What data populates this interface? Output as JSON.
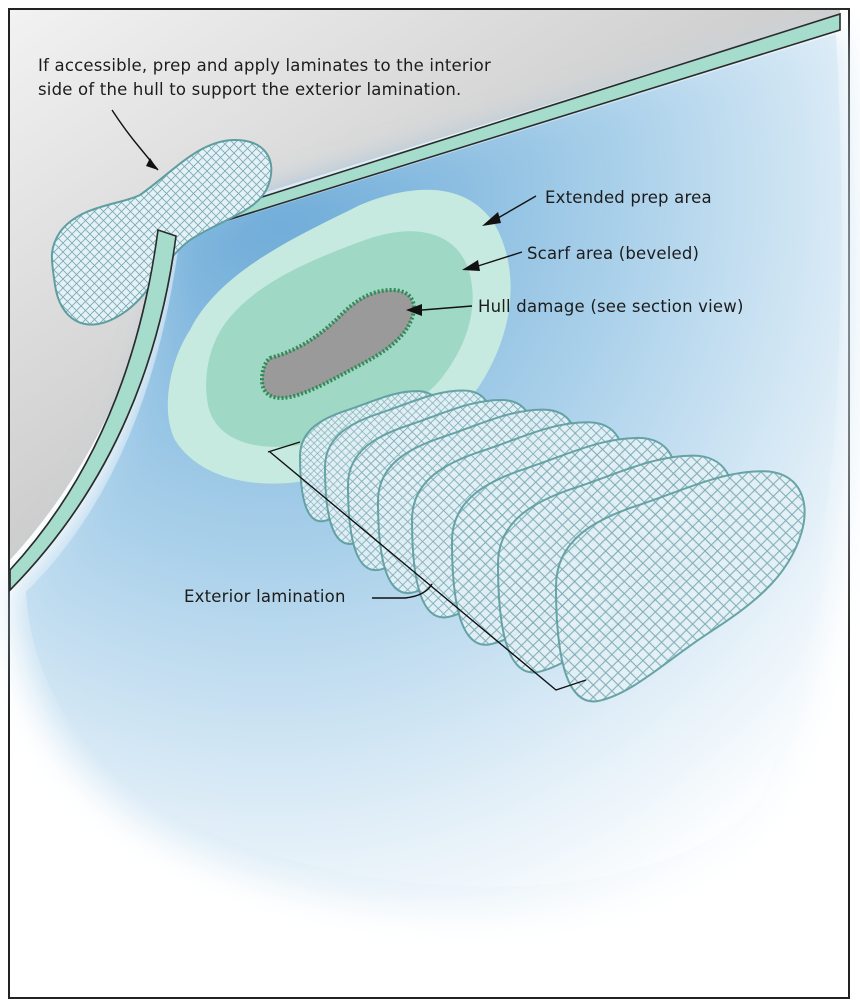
{
  "annotations": {
    "interior_note": {
      "line1": "If accessible, prep and apply laminates to the interior",
      "line2": "side of the hull to support the exterior lamination."
    },
    "extended_prep_area": "Extended prep area",
    "scarf_area": "Scarf area (beveled)",
    "hull_damage": "Hull damage (see section view)",
    "exterior_lamination": "Exterior lamination"
  },
  "colors": {
    "hull_edge": "#9fd8c8",
    "hull_interior_gray": "#8c8f92",
    "hull_blue": "#7fb6dd",
    "prep_area": "#c6eadf",
    "scarf_area": "#9fd8c4",
    "damage_fill": "#9a9a9a",
    "damage_edge": "#2e8b57",
    "laminate_stroke": "#5e9ea0"
  }
}
